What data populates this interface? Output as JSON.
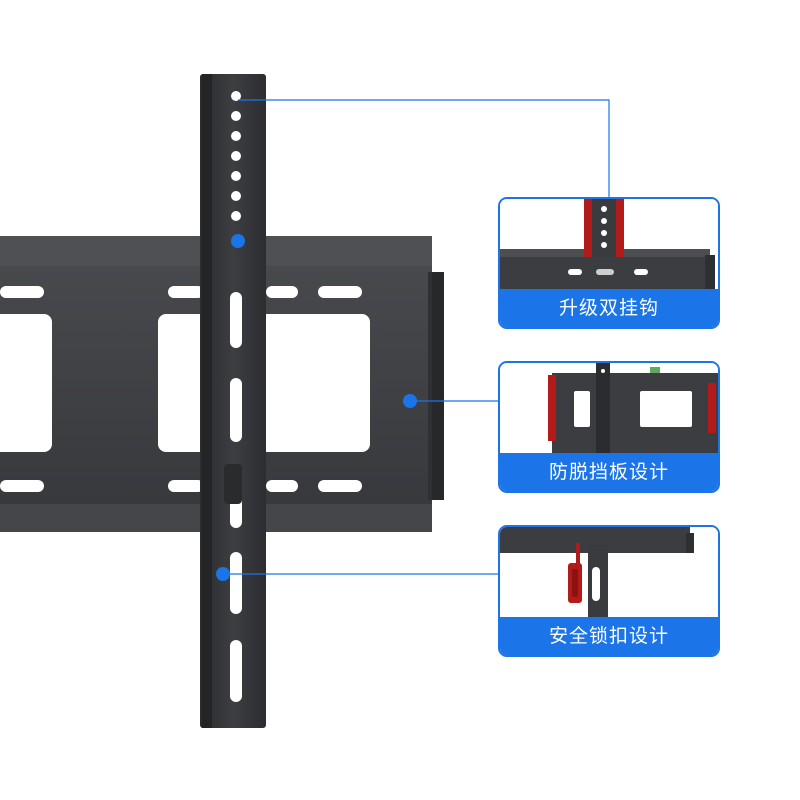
{
  "features": [
    {
      "label": "升级双挂钩"
    },
    {
      "label": "防脱挡板设计"
    },
    {
      "label": "安全锁扣设计"
    }
  ],
  "colors": {
    "accent": "#1b74e8",
    "bracket": "#3a3b3d",
    "highlight_red": "#b31a1a"
  }
}
